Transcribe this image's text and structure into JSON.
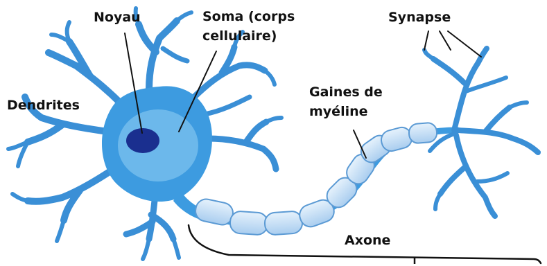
{
  "labels": {
    "noyau": "Noyau",
    "soma_line1": "Soma (corps",
    "soma_line2": "cellulaire)",
    "synapse": "Synapse",
    "dendrites": "Dendrites",
    "gaines_line1": "Gaines de",
    "gaines_line2": "myéline",
    "axone": "Axone"
  },
  "colors": {
    "membrane": "#3a8fd6",
    "cell_body": "#3d9be0",
    "soma_highlight": "#7cc2ef",
    "nucleus": "#1a2f8f",
    "myelin_fill": "#c7e0f6",
    "myelin_stroke": "#5b9ad4",
    "leader_line": "#111111"
  }
}
